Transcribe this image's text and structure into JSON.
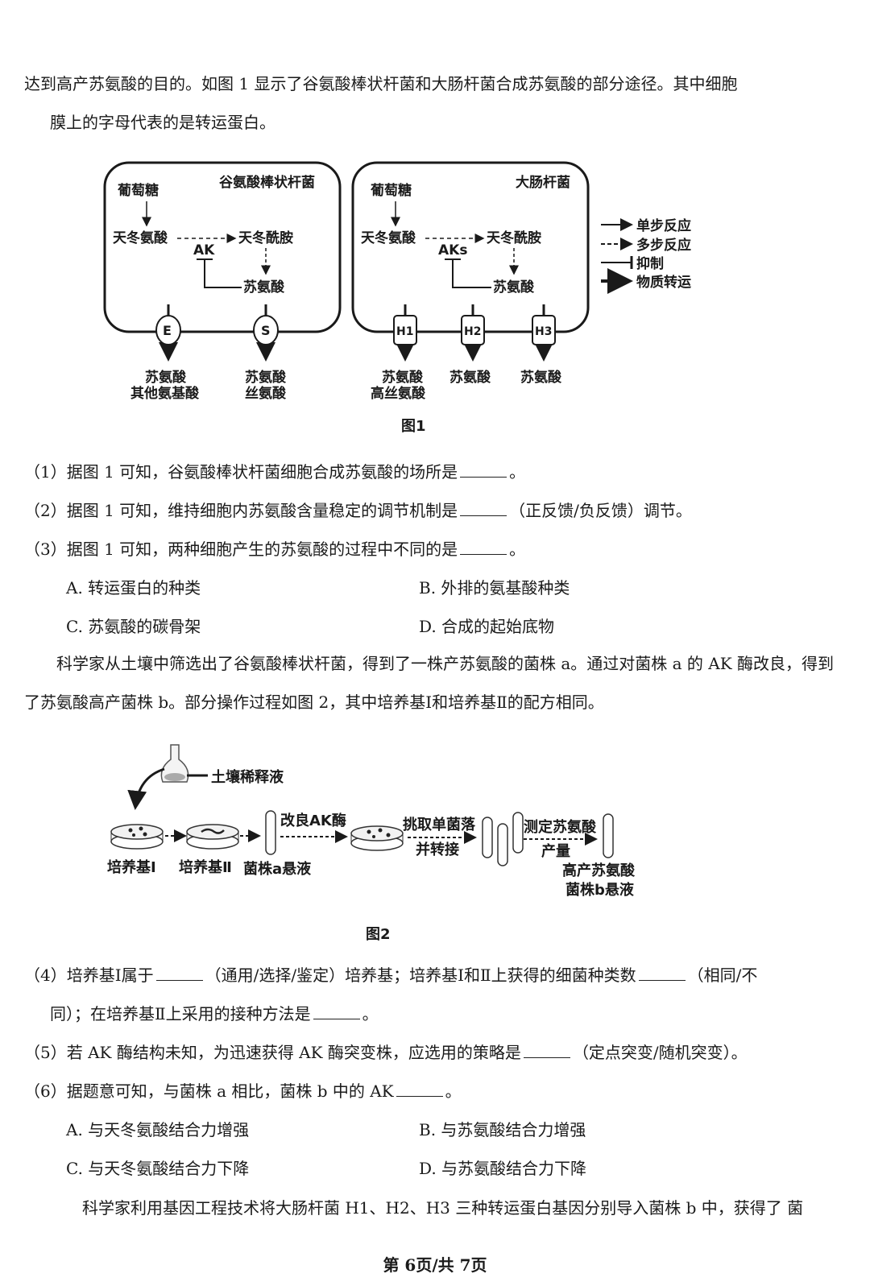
{
  "intro": {
    "line1": "达到高产苏氨酸的目的。如图 1 显示了谷氨酸棒状杆菌和大肠杆菌合成苏氨酸的部分途径。其中细胞",
    "line2": "膜上的字母代表的是转运蛋白。"
  },
  "fig1": {
    "cell1_name": "谷氨酸棒状杆菌",
    "cell2_name": "大肠杆菌",
    "glucose": "葡萄糖",
    "aspartate": "天冬氨酸",
    "asparagine": "天冬酰胺",
    "threonine": "苏氨酸",
    "ak": "AK",
    "aks": "AKs",
    "transporters1": [
      "E",
      "S"
    ],
    "transporters2": [
      "H1",
      "H2",
      "H3"
    ],
    "out_e": [
      "苏氨酸",
      "其他氨基酸"
    ],
    "out_s": [
      "苏氨酸",
      "丝氨酸"
    ],
    "out_h1": [
      "苏氨酸",
      "高丝氨酸"
    ],
    "out_h2": "苏氨酸",
    "out_h3": "苏氨酸",
    "legend": [
      "单步反应",
      "多步反应",
      "抑制",
      "物质转运"
    ],
    "caption": "图1"
  },
  "questions": {
    "q1": "（1）据图 1 可知，谷氨酸棒状杆菌细胞合成苏氨酸的场所是",
    "q2a": "（2）据图 1 可知，维持细胞内苏氨酸含量稳定的调节机制是",
    "q2b": "（正反馈/负反馈）调节。",
    "q3": "（3）据图 1 可知，两种细胞产生的苏氨酸的过程中不同的是",
    "q3_options": [
      "A. 转运蛋白的种类",
      "B. 外排的氨基酸种类",
      "C. 苏氨酸的碳骨架",
      "D. 合成的起始底物"
    ],
    "para2": "科学家从土壤中筛选出了谷氨酸棒状杆菌，得到了一株产苏氨酸的菌株 a。通过对菌株 a 的 AK 酶改良，得到了苏氨酸高产菌株 b。部分操作过程如图 2，其中培养基Ⅰ和培养基Ⅱ的配方相同。",
    "q4a": "（4）培养基Ⅰ属于",
    "q4b": "（通用/选择/鉴定）培养基；培养基Ⅰ和Ⅱ上获得的细菌种类数",
    "q4c": "（相同/不",
    "q4d": "同）；在培养基Ⅱ上采用的接种方法是",
    "q5a": "（5）若 AK 酶结构未知，为迅速获得 AK 酶突变株，应选用的策略是",
    "q5b": "（定点突变/随机突变）。",
    "q6": "（6）据题意可知，与菌株 a 相比，菌株 b 中的 AK",
    "q6_options": [
      "A. 与天冬氨酸结合力增强",
      "B. 与苏氨酸结合力增强",
      "C. 与天冬氨酸结合力下降",
      "D. 与苏氨酸结合力下降"
    ],
    "para3": "科学家利用基因工程技术将大肠杆菌 H1、H2、H3 三种转运蛋白基因分别导入菌株 b 中，获得了 菌"
  },
  "fig2": {
    "soil": "土壤稀释液",
    "medium1": "培养基Ⅰ",
    "medium2": "培养基Ⅱ",
    "strain_a": "菌株a悬液",
    "improve": "改良AK酶",
    "pick1": "挑取单菌落",
    "pick2": "并转接",
    "measure1": "测定苏氨酸",
    "measure2": "产量",
    "result1": "高产苏氨酸",
    "result2": "菌株b悬液",
    "caption": "图2"
  },
  "footer": "第 6页/共 7页",
  "period": "。"
}
